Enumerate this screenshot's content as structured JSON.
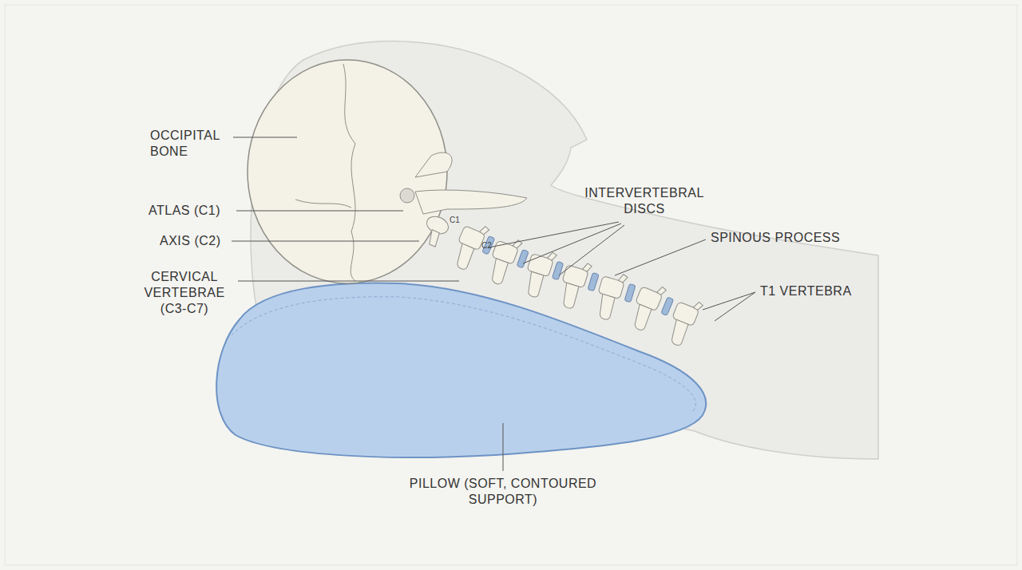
{
  "diagram": {
    "labels": [
      "OCCIPITAL BONE",
      "ATLAS (C1)",
      "AXIS (C2)",
      "CERVICAL VERTEBRAE (C3-C7)",
      "INTERVERTEBRAL DISCS",
      "SPINOUS PROCESS",
      "T1 VERTEBRA",
      "PILLOW (SOFT, CONTOURED SUPPORT)",
      "C1",
      "C2"
    ]
  }
}
